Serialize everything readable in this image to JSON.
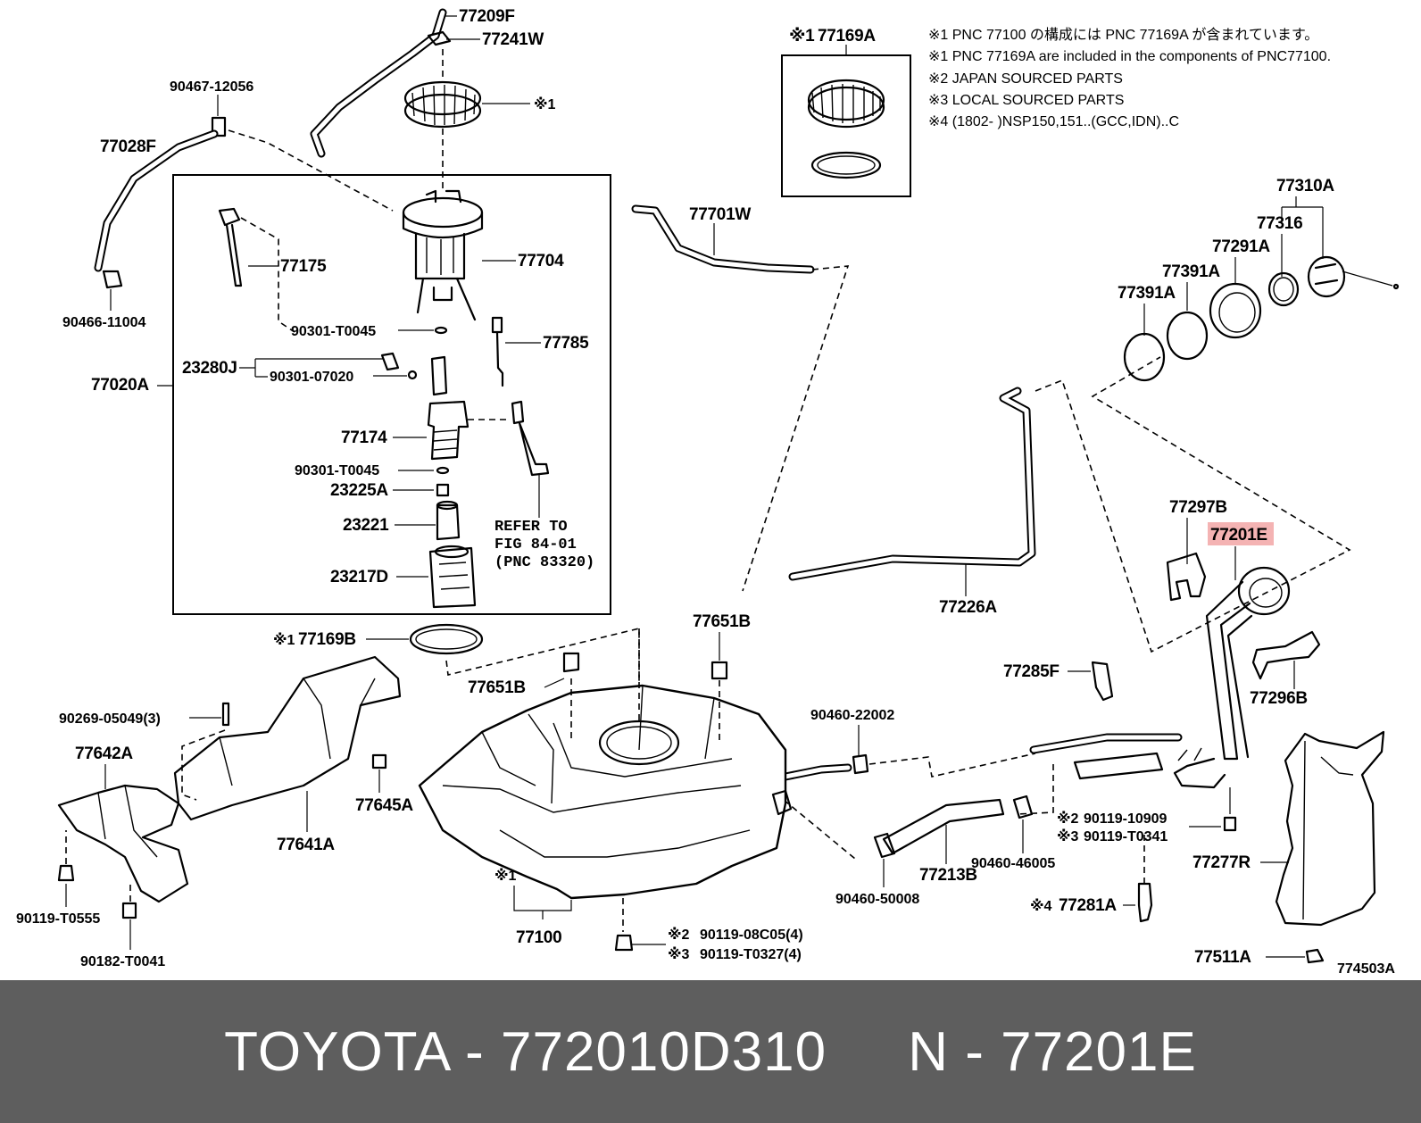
{
  "notes": [
    "※1 PNC 77100 の構成には PNC 77169A が含まれています。",
    "※1 PNC 77169A are included in the components of PNC77100.",
    "※2 JAPAN SOURCED PARTS",
    "※3 LOCAL SOURCED PARTS",
    "※4 (1802-       )NSP150,151..(GCC,IDN)..C"
  ],
  "labels": {
    "l77209F": "77209F",
    "l77241W": "77241W",
    "l90467_12056": "90467-12056",
    "l77028F": "77028F",
    "l90466_11004": "90466-11004",
    "l77020A": "77020A",
    "l77175": "77175",
    "l77704": "77704",
    "l90301_T0045a": "90301-T0045",
    "l77785": "77785",
    "l23280J": "23280J",
    "l90301_07020": "90301-07020",
    "l77174": "77174",
    "l90301_T0045b": "90301-T0045",
    "l23225A": "23225A",
    "l23221": "23221",
    "l23217D": "23217D",
    "l77169B": "77169B",
    "l77169A": "77169A",
    "l77701W": "77701W",
    "l77310A": "77310A",
    "l77316": "77316",
    "l77291A": "77291A",
    "l77391A_a": "77391A",
    "l77391A_b": "77391A",
    "l77226A": "77226A",
    "l77297B": "77297B",
    "l77201E": "77201E",
    "l77296B": "77296B",
    "l77285F": "77285F",
    "l77651B_a": "77651B",
    "l77651B_b": "77651B",
    "l90460_22002": "90460-22002",
    "l90269_05049": "90269-05049(3)",
    "l77642A": "77642A",
    "l77645A": "77645A",
    "l77641A": "77641A",
    "l90119_T0555": "90119-T0555",
    "l90182_T0041": "90182-T0041",
    "l77100": "77100",
    "l90119_08C05": "90119-08C05(4)",
    "l90119_T0327": "90119-T0327(4)",
    "l77213B": "77213B",
    "l90460_46005": "90460-46005",
    "l90460_50008": "90460-50008",
    "l90119_10909": "90119-10909",
    "l90119_T0341": "90119-T0341",
    "l77277R": "77277R",
    "l77281A": "77281A",
    "l77511A": "77511A",
    "l774503A": "774503A",
    "refer1": "REFER TO",
    "refer2": "FIG 84-01",
    "refer3": "(PNC 83320)",
    "mk1": "※1",
    "mk1b": "※1",
    "mk1c": "※1",
    "mk1d": "※1",
    "mk2a": "※2",
    "mk3a": "※3",
    "mk2b": "※2",
    "mk3b": "※3",
    "mk4": "※4"
  },
  "highlight_color": "#f4b3b3",
  "footer": {
    "text": "TOYOTA - 772010D310     N - 77201E",
    "background": "#5e5e5e"
  }
}
